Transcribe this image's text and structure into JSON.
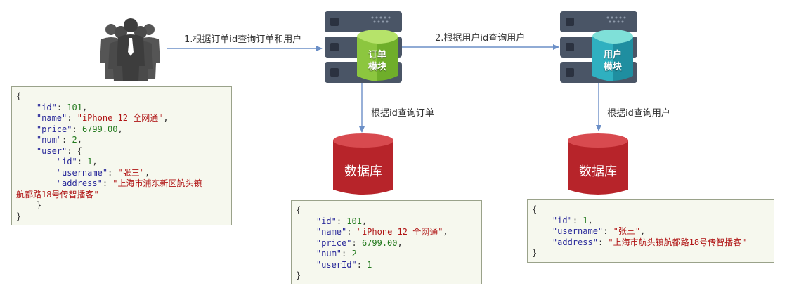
{
  "arrows": {
    "call_order": "1.根据订单id查询订单和用户",
    "call_user": "2.根据用户id查询用户",
    "order_db": "根据id查询订单",
    "user_db": "根据id查询用户"
  },
  "modules": {
    "order": [
      "订单",
      "模块"
    ],
    "user": [
      "用户",
      "模块"
    ]
  },
  "databases": {
    "order_db": "数据库",
    "user_db": "数据库"
  },
  "colors": {
    "arrow": "#6b8fc7",
    "order_module": "#8cc63f",
    "user_module": "#2fb0c0",
    "database": "#c0282e",
    "server": "#4a5566"
  },
  "json_blocks": {
    "response": [
      "{",
      "    \"id\": 101,",
      "    \"name\": \"iPhone 12 全网通\",",
      "    \"price\": 6799.00,",
      "    \"num\": 2,",
      "    \"user\": {",
      "        \"id\": 1,",
      "        \"username\": \"张三\",",
      "        \"address\": \"上海市浦东新区航头镇",
      "航都路18号传智播客\"",
      "    }",
      "}"
    ],
    "order": [
      "{",
      "    \"id\": 101,",
      "    \"name\": \"iPhone 12 全网通\",",
      "    \"price\": 6799.00,",
      "    \"num\": 2",
      "    \"userId\": 1",
      "}"
    ],
    "user": [
      "{",
      "    \"id\": 1,",
      "    \"username\": \"张三\",",
      "    \"address\": \"上海市航头镇航都路18号传智播客\"",
      "}"
    ]
  }
}
